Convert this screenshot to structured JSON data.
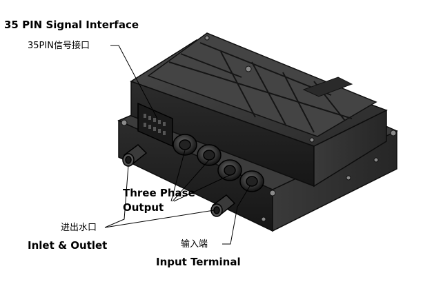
{
  "labels": {
    "signal_en": "35 PIN Signal Interface",
    "signal_cn": "35PIN信号接口",
    "three_phase_line1": "Three Phase",
    "three_phase_line2": "Output",
    "water_cn": "进出水口",
    "water_en": "Inlet & Outlet",
    "input_cn": "输入端",
    "input_en": "Input Terminal"
  },
  "colors": {
    "body_dark": "#1e1e1e",
    "body_mid": "#3a3a3a",
    "body_light": "#5a5a5a",
    "edge": "#0d0d0d",
    "highlight": "#8a8a8a",
    "leader": "#000000"
  }
}
